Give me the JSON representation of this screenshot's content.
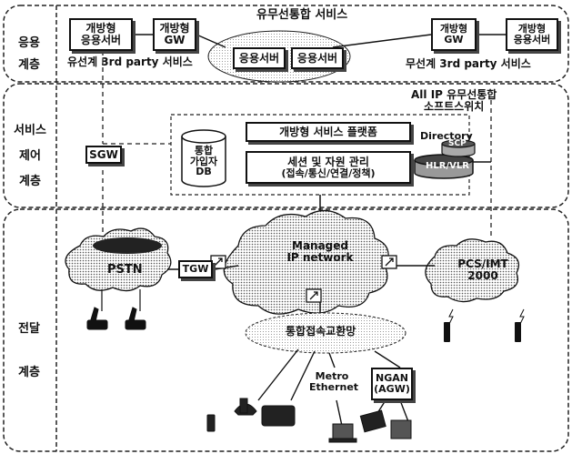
{
  "layers": {
    "application": [
      "응용",
      "계층"
    ],
    "service_control": [
      "서비스",
      "제어",
      "계층"
    ],
    "transport": [
      "전달",
      "계층"
    ]
  },
  "top": {
    "title": "유무선통합 서비스",
    "left_box1": [
      "개방형",
      "응용서버"
    ],
    "left_box2": [
      "개방형",
      "GW"
    ],
    "left_caption": "유선계 3rd party 서비스",
    "oval_box1": "응용서버",
    "oval_box2": "응용서버",
    "right_box1": [
      "개방형",
      "GW"
    ],
    "right_box2": [
      "개방형",
      "응용서버"
    ],
    "right_caption": "무선계 3rd party 서비스"
  },
  "control": {
    "softswitch_title": [
      "All IP 유무선통합",
      "소프트스위치"
    ],
    "sgw": "SGW",
    "subscriber_db": [
      "통합",
      "가입자",
      "DB"
    ],
    "platform": "개방형 서비스 플랫폼",
    "session": [
      "세션 및 자원 관리",
      "(접속/통신/연결/정책)"
    ],
    "directory": "Directory",
    "scp": "SCP",
    "hlr": "HLR/VLR"
  },
  "transport": {
    "pstn": "PSTN",
    "tgw": "TGW",
    "managed": [
      "Managed",
      "IP network"
    ],
    "pcs": [
      "PCS/IMT",
      "2000"
    ],
    "access": "통합접속교환망",
    "metro": [
      "Metro",
      "Ethernet"
    ],
    "ngan": [
      "NGAN",
      "(AGW)"
    ]
  }
}
